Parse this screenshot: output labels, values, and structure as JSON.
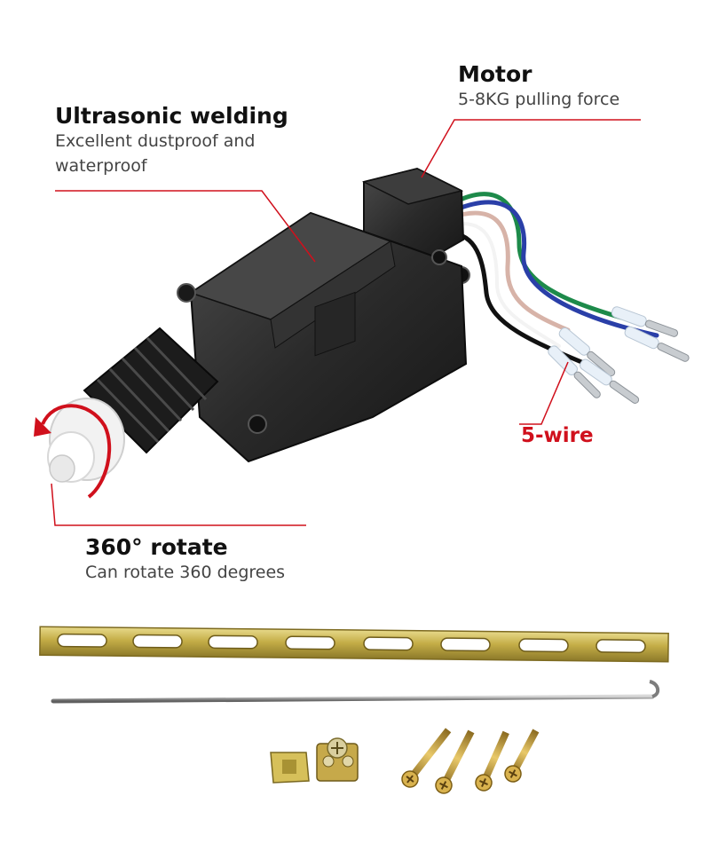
{
  "callouts": {
    "ultrasonic": {
      "title": "Ultrasonic welding",
      "line1": "Excellent dustproof and",
      "line2": "waterproof"
    },
    "motor": {
      "title": "Motor",
      "subtitle": "5-8KG pulling force"
    },
    "wire": {
      "title": "5-wire"
    },
    "rotate": {
      "title": "360° rotate",
      "subtitle": "Can rotate 360 degrees"
    }
  },
  "colors": {
    "accent": "#d0101c",
    "body": "#2b2b2b",
    "bracket": "#c6b14a"
  },
  "accessories": [
    "mounting-bracket",
    "connecting-rod",
    "clip",
    "wire-clamp",
    "screws"
  ]
}
